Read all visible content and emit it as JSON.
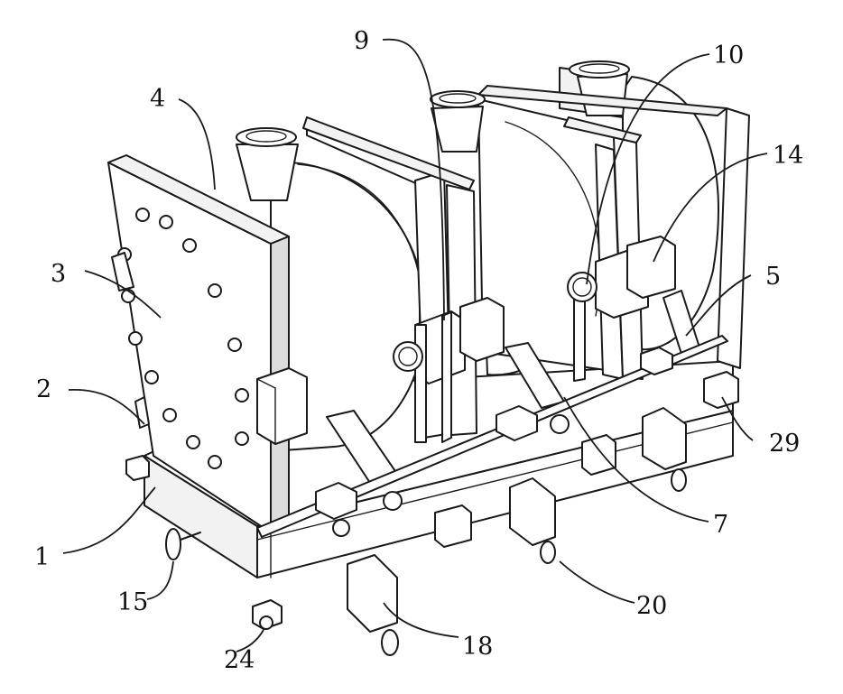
{
  "figure": {
    "reference_numerals": [
      "1",
      "2",
      "3",
      "4",
      "5",
      "7",
      "9",
      "10",
      "14",
      "15",
      "18",
      "20",
      "24",
      "29"
    ]
  },
  "colors": {
    "line": "#1a1a1a",
    "background": "#ffffff"
  }
}
